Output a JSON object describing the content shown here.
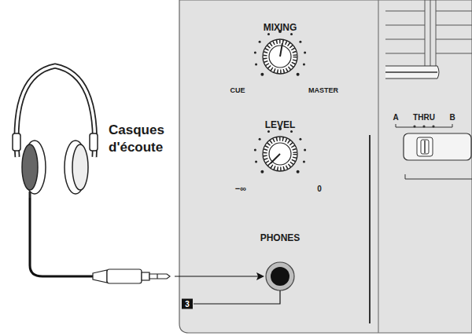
{
  "diagram": {
    "labels": [
      "MIXING",
      "CUE",
      "MASTER",
      "LEVEL",
      "−∞",
      "0",
      "A",
      "THRU",
      "B",
      "Casques d'écoute",
      "PHONES",
      "3"
    ]
  }
}
